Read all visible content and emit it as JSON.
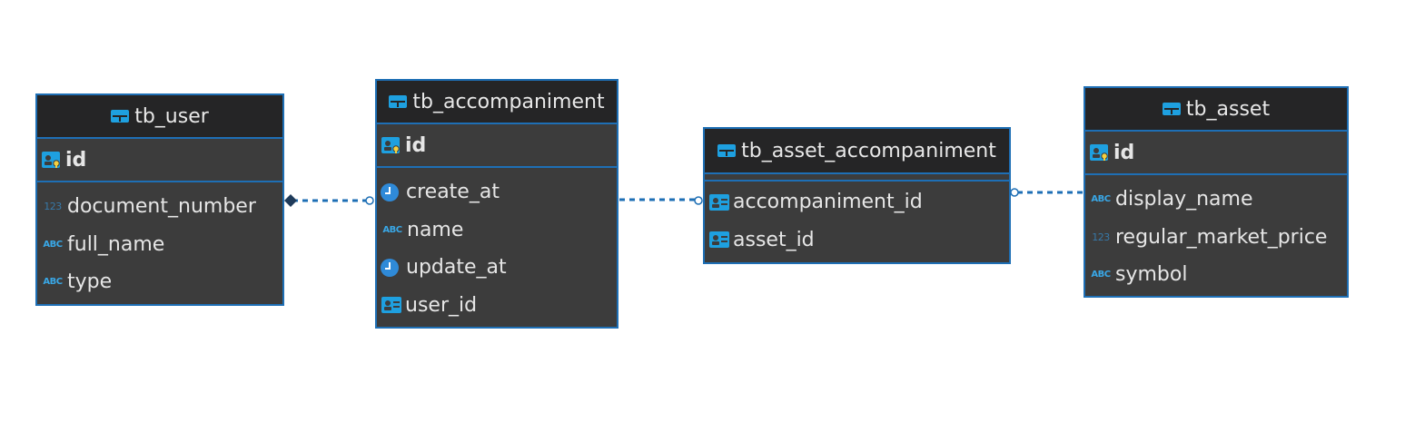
{
  "entities": {
    "tb_user": {
      "title": "tb_user",
      "pk": "id",
      "columns": [
        {
          "name": "document_number",
          "icon": "number-type-icon"
        },
        {
          "name": "full_name",
          "icon": "text-type-icon"
        },
        {
          "name": "type",
          "icon": "text-type-icon"
        }
      ]
    },
    "tb_accompaniment": {
      "title": "tb_accompaniment",
      "pk": "id",
      "columns": [
        {
          "name": "create_at",
          "icon": "datetime-type-icon"
        },
        {
          "name": "name",
          "icon": "text-type-icon"
        },
        {
          "name": "update_at",
          "icon": "datetime-type-icon"
        },
        {
          "name": "user_id",
          "icon": "foreign-key-icon"
        }
      ]
    },
    "tb_asset_accompaniment": {
      "title": "tb_asset_accompaniment",
      "columns": [
        {
          "name": "accompaniment_id",
          "icon": "foreign-key-icon"
        },
        {
          "name": "asset_id",
          "icon": "foreign-key-icon"
        }
      ]
    },
    "tb_asset": {
      "title": "tb_asset",
      "pk": "id",
      "columns": [
        {
          "name": "display_name",
          "icon": "text-type-icon"
        },
        {
          "name": "regular_market_price",
          "icon": "number-type-icon"
        },
        {
          "name": "symbol",
          "icon": "text-type-icon"
        }
      ]
    }
  },
  "type_icons": {
    "text": "ABC",
    "number": "123"
  },
  "colors": {
    "border": "#1e6fb5",
    "header": "#252526",
    "body": "#3c3c3c",
    "link": "#1e6fb5"
  }
}
